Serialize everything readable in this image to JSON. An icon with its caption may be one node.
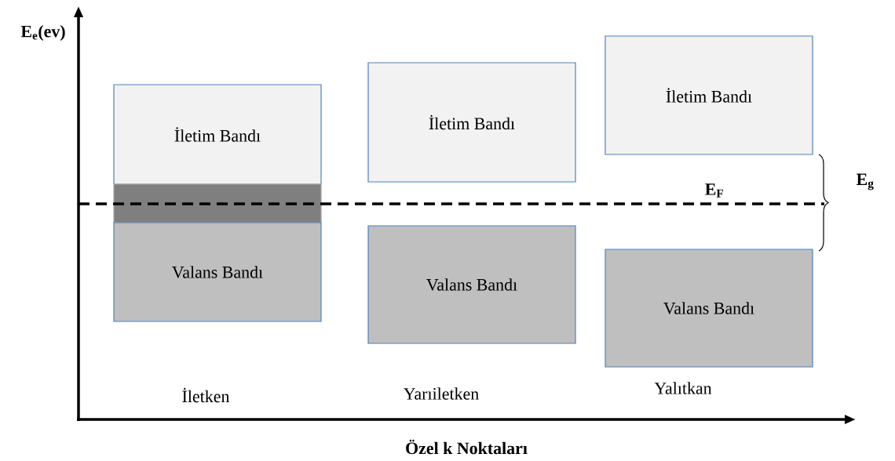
{
  "diagram": {
    "nodes": [
      {
        "text": [
          "İletim Bandı"
        ]
      },
      {
        "text": [],
        "shape": "box"
      },
      {
        "text": [
          "Valans Bandı"
        ]
      },
      {
        "text": [
          "İletim Bandı"
        ]
      },
      {
        "text": [
          "Valans Bandı"
        ]
      },
      {
        "text": [
          "İletim Bandı"
        ]
      },
      {
        "text": [
          "Valans Bandı"
        ]
      }
    ],
    "labels": [
      "E$_{e}$(ev)",
      "E$_{F}$",
      "E$_{g}$",
      "İletken",
      "Yarıiletken",
      "Yalıtkan",
      "Özel k Noktaları"
    ]
  }
}
